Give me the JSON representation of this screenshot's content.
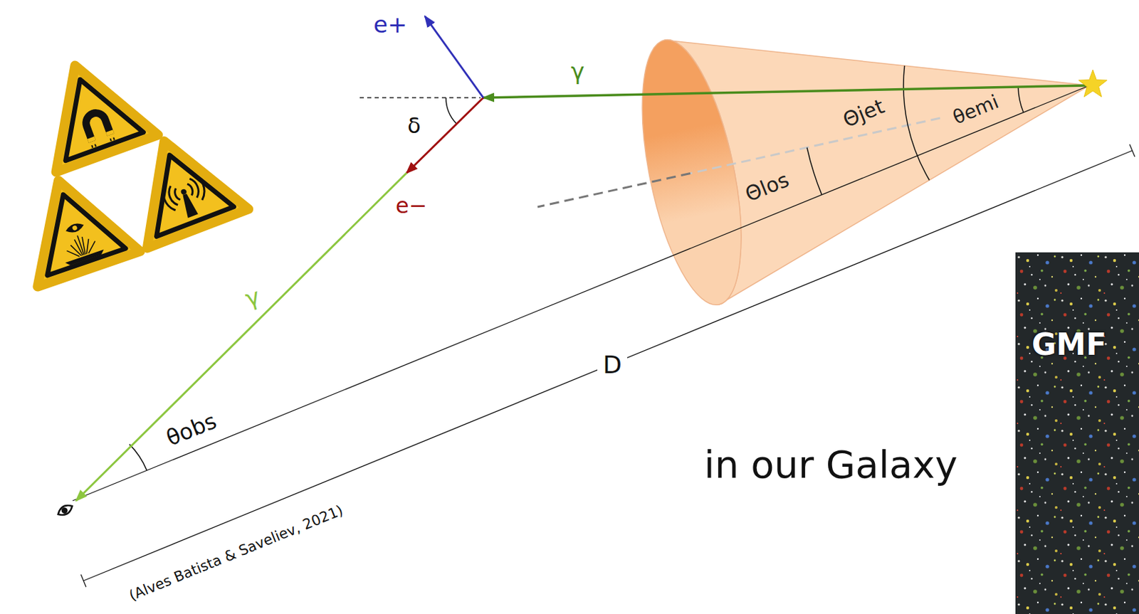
{
  "diagram": {
    "nodes": [
      {
        "text": [
          "GMF"
        ]
      }
    ],
    "labels": [
      "e+",
      "γ",
      "δ",
      "e−",
      "γ",
      "Θjet",
      "θemi",
      "Θlos",
      "D",
      "θobs",
      "(Alves Batista & Saveliev, 2021)",
      "in our Galaxy"
    ]
  }
}
